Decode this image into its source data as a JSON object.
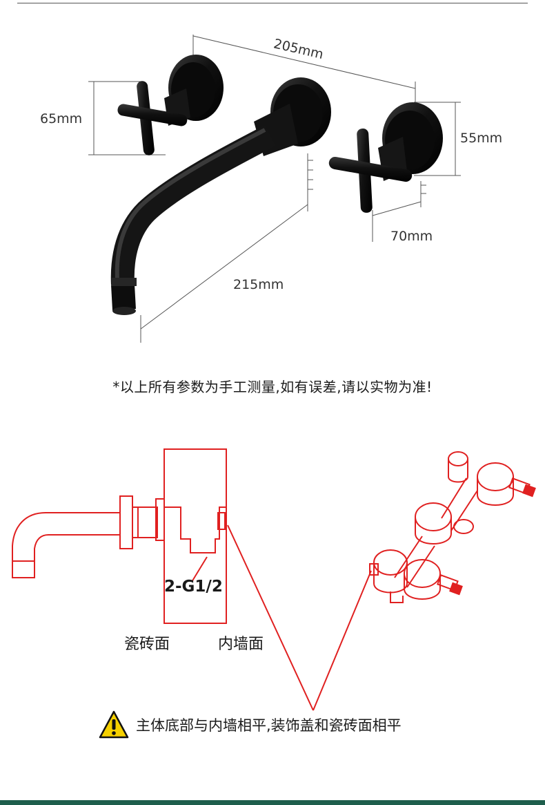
{
  "dimensions": {
    "top_span": "205mm",
    "left_height": "65mm",
    "right_height": "55mm",
    "handle_depth": "70mm",
    "spout_length": "215mm"
  },
  "note": "*以上所有参数为手工测量,如有误差,请以实物为准!",
  "diagram": {
    "thread_label": "2-G1/2",
    "tile_surface": "瓷砖面",
    "inner_wall": "内墙面"
  },
  "warning": {
    "icon": "warning-triangle-icon",
    "text": "主体底部与内墙相平,装饰盖和瓷砖面相平"
  },
  "colors": {
    "faucet": "#111111",
    "diagram_line": "#e02020",
    "accent_band": "#1e5e4c",
    "warning_fill": "#f5d000"
  }
}
